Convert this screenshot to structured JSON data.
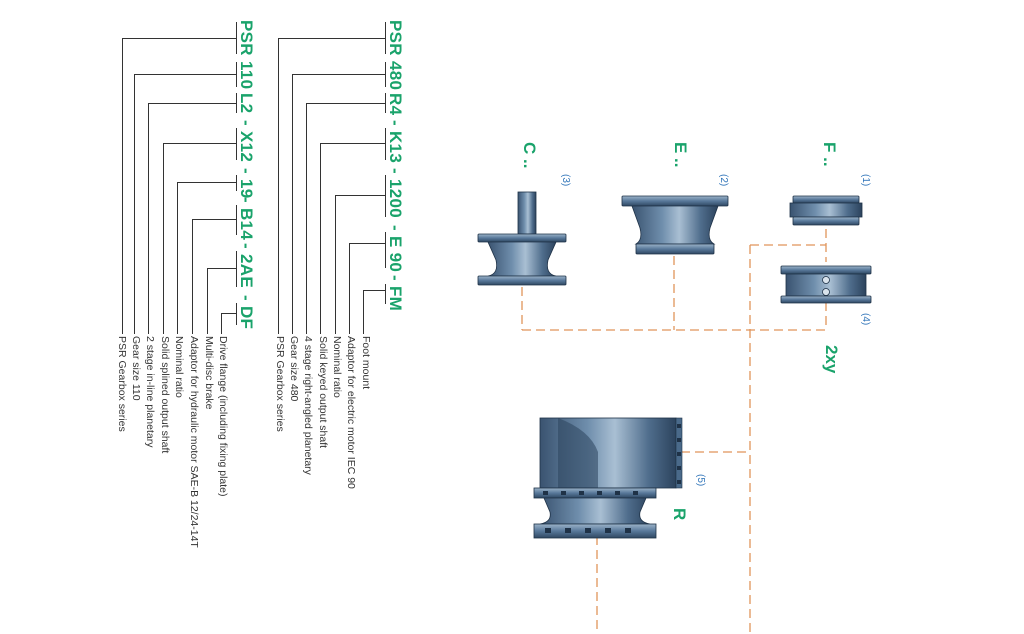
{
  "code1": [
    "PSR",
    "110",
    "L2",
    "- X12",
    "- 19",
    "- B14",
    "- 2AE",
    "- DF"
  ],
  "desc1": [
    "Drive flange (including fixing plate)",
    "Multi-disc brake",
    "Adaptor for hydraulic motor SAE-B 12/24-14T",
    "Nominal ratio",
    "Solid splined output shaft",
    "2 stage in-line planetary",
    "Gear size 110",
    "PSR Gearbox series"
  ],
  "code2": [
    "PSR",
    "480",
    "R4",
    "- K13",
    "- 1200",
    "- E 90",
    "- FM"
  ],
  "desc2": [
    "Foot mount",
    "Adaptor for electric motor IEC 90",
    "Nominal ratio",
    "Solid keyed output shaft",
    "4 stage right-angled planetary",
    "Gear size 480",
    "PSR Gearbox series"
  ],
  "config_labels": {
    "c": "C ..",
    "e": "E ..",
    "f": "F ..",
    "r": "R",
    "xy": "2xy"
  },
  "part_numbers": {
    "c": "(3)",
    "e": "(2)",
    "f": "(1)",
    "f2": "(4)",
    "r": "(5)"
  },
  "colors": {
    "green": "#1aa36b",
    "blue": "#2e73b8",
    "dash": "#e0955a"
  }
}
